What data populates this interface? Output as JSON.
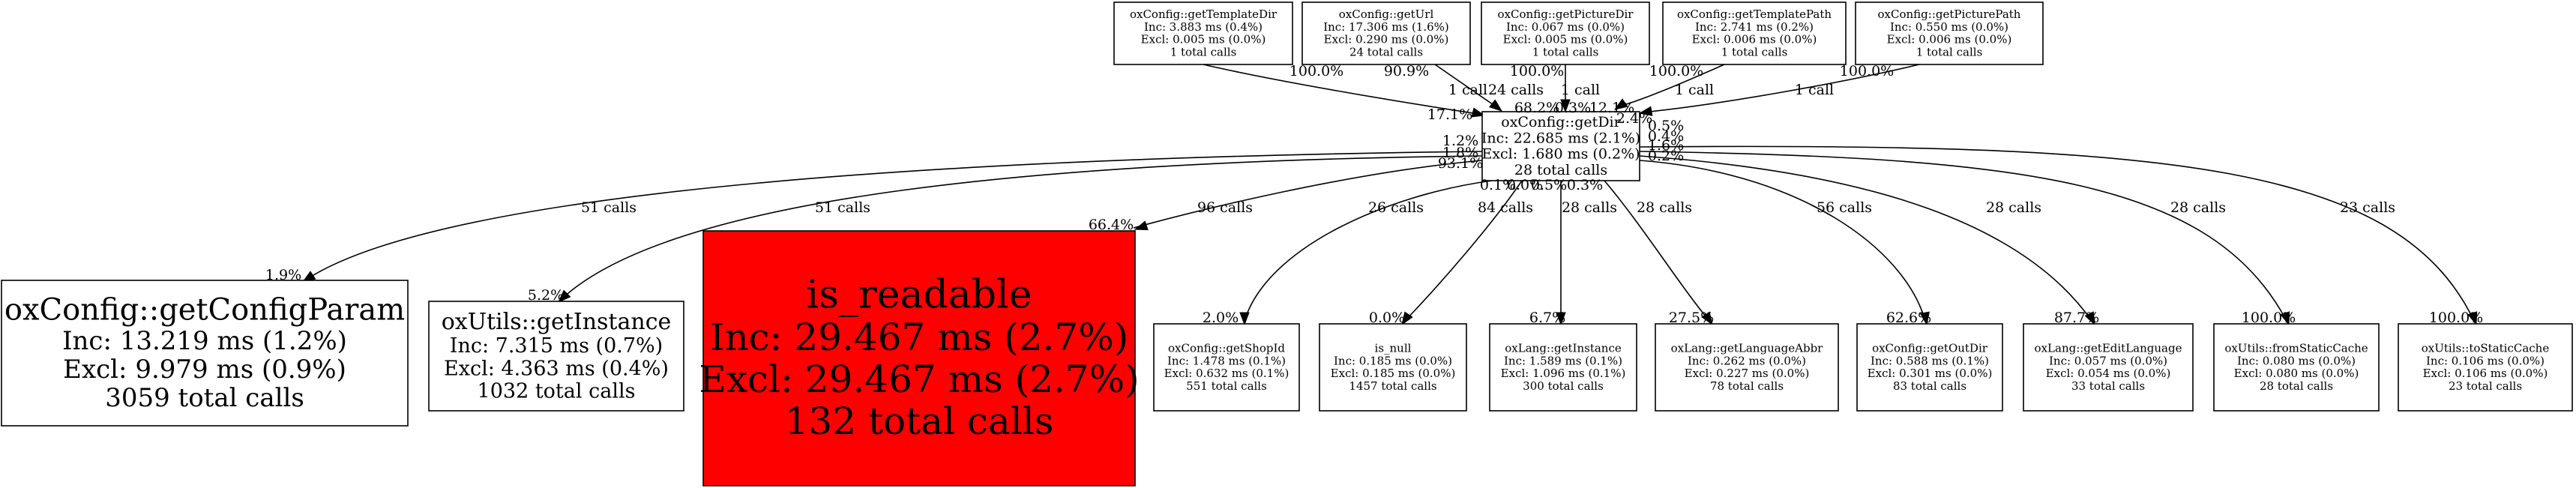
{
  "center": {
    "name": "oxConfig::getDir",
    "inc": "Inc: 22.685 ms (2.1%)",
    "excl": "Excl: 1.680 ms (0.2%)",
    "calls": "28 total calls"
  },
  "parents": [
    {
      "id": "p0",
      "name": "oxConfig::getTemplateDir",
      "inc": "Inc: 3.883 ms (0.4%)",
      "excl": "Excl: 0.005 ms (0.0%)",
      "calls": "1 total calls",
      "edge_label": "1 call",
      "tail_pct": "100.0%",
      "head_pct": "17.1%"
    },
    {
      "id": "p1",
      "name": "oxConfig::getUrl",
      "inc": "Inc: 17.306 ms (1.6%)",
      "excl": "Excl: 0.290 ms (0.0%)",
      "calls": "24 total calls",
      "edge_label": "24 calls",
      "tail_pct": "90.9%",
      "head_pct": "68.2%"
    },
    {
      "id": "p2",
      "name": "oxConfig::getPictureDir",
      "inc": "Inc: 0.067 ms (0.0%)",
      "excl": "Excl: 0.005 ms (0.0%)",
      "calls": "1 total calls",
      "edge_label": "1 call",
      "tail_pct": "100.0%",
      "head_pct": "0.3%"
    },
    {
      "id": "p3",
      "name": "oxConfig::getTemplatePath",
      "inc": "Inc: 2.741 ms (0.2%)",
      "excl": "Excl: 0.006 ms (0.0%)",
      "calls": "1 total calls",
      "edge_label": "1 call",
      "tail_pct": "100.0%",
      "head_pct": "12.1%"
    },
    {
      "id": "p4",
      "name": "oxConfig::getPicturePath",
      "inc": "Inc: 0.550 ms (0.0%)",
      "excl": "Excl: 0.006 ms (0.0%)",
      "calls": "1 total calls",
      "edge_label": "1 call",
      "tail_pct": "100.0%",
      "head_pct": "2.4%"
    }
  ],
  "children": [
    {
      "id": "c0",
      "name": "oxConfig::getConfigParam",
      "inc": "Inc: 13.219 ms (1.2%)",
      "excl": "Excl: 9.979 ms (0.9%)",
      "calls": "3059 total calls",
      "edge_label": "51 calls",
      "tail_pct": "1.2%",
      "head_pct": "1.9%",
      "highlight": false
    },
    {
      "id": "c1",
      "name": "oxUtils::getInstance",
      "inc": "Inc: 7.315 ms (0.7%)",
      "excl": "Excl: 4.363 ms (0.4%)",
      "calls": "1032 total calls",
      "edge_label": "51 calls",
      "tail_pct": "1.8%",
      "head_pct": "5.2%",
      "highlight": false
    },
    {
      "id": "c2",
      "name": "is_readable",
      "inc": "Inc: 29.467 ms (2.7%)",
      "excl": "Excl: 29.467 ms (2.7%)",
      "calls": "132 total calls",
      "edge_label": "96 calls",
      "tail_pct": "93.1%",
      "head_pct": "66.4%",
      "highlight": true,
      "color": "#ff0000"
    },
    {
      "id": "c3",
      "name": "oxConfig::getShopId",
      "inc": "Inc: 1.478 ms (0.1%)",
      "excl": "Excl: 0.632 ms (0.1%)",
      "calls": "551 total calls",
      "edge_label": "26 calls",
      "tail_pct": "0.1%",
      "head_pct": "2.0%",
      "highlight": false
    },
    {
      "id": "c4",
      "name": "is_null",
      "inc": "Inc: 0.185 ms (0.0%)",
      "excl": "Excl: 0.185 ms (0.0%)",
      "calls": "1457 total calls",
      "edge_label": "84 calls",
      "tail_pct": "0.0%",
      "head_pct": "0.0%",
      "highlight": false
    },
    {
      "id": "c5",
      "name": "oxLang::getInstance",
      "inc": "Inc: 1.589 ms (0.1%)",
      "excl": "Excl: 1.096 ms (0.1%)",
      "calls": "300 total calls",
      "edge_label": "28 calls",
      "tail_pct": "0.5%",
      "head_pct": "6.7%",
      "highlight": false
    },
    {
      "id": "c6",
      "name": "oxLang::getLanguageAbbr",
      "inc": "Inc: 0.262 ms (0.0%)",
      "excl": "Excl: 0.227 ms (0.0%)",
      "calls": "78 total calls",
      "edge_label": "28 calls",
      "tail_pct": "0.3%",
      "head_pct": "27.5%",
      "highlight": false
    },
    {
      "id": "c7",
      "name": "oxConfig::getOutDir",
      "inc": "Inc: 0.588 ms (0.1%)",
      "excl": "Excl: 0.301 ms (0.0%)",
      "calls": "83 total calls",
      "edge_label": "56 calls",
      "tail_pct": "1.6%",
      "head_pct": "62.6%",
      "highlight": false
    },
    {
      "id": "c8",
      "name": "oxLang::getEditLanguage",
      "inc": "Inc: 0.057 ms (0.0%)",
      "excl": "Excl: 0.054 ms (0.0%)",
      "calls": "33 total calls",
      "edge_label": "28 calls",
      "tail_pct": "0.2%",
      "head_pct": "87.7%",
      "highlight": false
    },
    {
      "id": "c9",
      "name": "oxUtils::fromStaticCache",
      "inc": "Inc: 0.080 ms (0.0%)",
      "excl": "Excl: 0.080 ms (0.0%)",
      "calls": "28 total calls",
      "edge_label": "28 calls",
      "tail_pct": "0.4%",
      "head_pct": "100.0%",
      "highlight": false
    },
    {
      "id": "c10",
      "name": "oxUtils::toStaticCache",
      "inc": "Inc: 0.106 ms (0.0%)",
      "excl": "Excl: 0.106 ms (0.0%)",
      "calls": "23 total calls",
      "edge_label": "23 calls",
      "tail_pct": "0.5%",
      "head_pct": "100.0%",
      "highlight": false
    }
  ]
}
